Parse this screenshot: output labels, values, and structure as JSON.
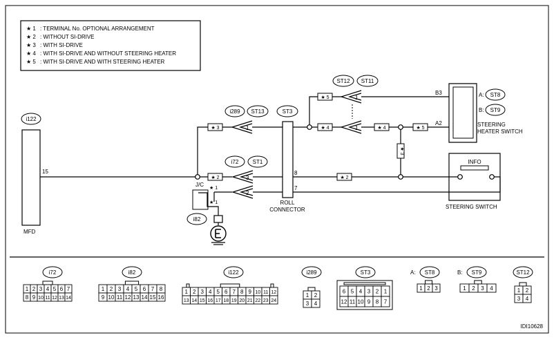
{
  "legend": [
    {
      "mark": "★ 1",
      "text": ": TERMINAL No. OPTIONAL ARRANGEMENT"
    },
    {
      "mark": "★ 2",
      "text": ": WITHOUT SI-DRIVE"
    },
    {
      "mark": "★ 3",
      "text": ": WITH SI-DRIVE"
    },
    {
      "mark": "★ 4",
      "text": ": WITH SI-DRIVE AND WITHOUT STEERING HEATER"
    },
    {
      "mark": "★ 5",
      "text": ": WITH SI-DRIVE AND WITH STEERING HEATER"
    }
  ],
  "connectors": {
    "i122": "i122",
    "i289": "i289",
    "st13": "ST13",
    "st3": "ST3",
    "st12": "ST12",
    "st11": "ST11",
    "st8": "ST8",
    "st9": "ST9",
    "i72": "i72",
    "st1": "ST1",
    "i82": "i82"
  },
  "labels": {
    "mfd": "MFD",
    "jc": "J/C",
    "roll_connector": [
      "ROLL",
      "CONNECTOR"
    ],
    "heater_switch": [
      "STEERING",
      "HEATER SWITCH"
    ],
    "steering_switch": "STEERING SWITCH",
    "info": "INFO",
    "a_prefix": "A:",
    "b_prefix": "B:",
    "image_id": "IDI10628"
  },
  "star_tags": {
    "s3_top": "★ 3",
    "s5_a": "★ 5",
    "s4_a": "★ 4",
    "s4_b": "★ 4",
    "s5_b": "★ 5",
    "s3_vert": "★ 3",
    "s2_a": "★ 2",
    "s2_b": "★ 2",
    "s1_a": "★ 1",
    "s1_b": "★ 1"
  },
  "pins": {
    "mfd": "15",
    "i289": "1",
    "st12": "1",
    "st11": "1",
    "i72": "3",
    "st1": "2",
    "roll_8": "8",
    "roll_7": "7",
    "b3": "B3",
    "a2": "A2"
  },
  "bottom_connectors": {
    "i72": {
      "name": "i72",
      "rows": [
        [
          "1",
          "2",
          "3",
          "4",
          "5",
          "6",
          "7"
        ],
        [
          "8",
          "9",
          "10",
          "11",
          "12",
          "13",
          "14"
        ]
      ]
    },
    "i82": {
      "name": "i82",
      "rows": [
        [
          "1",
          "2",
          "3",
          "4",
          "5",
          "6",
          "7",
          "8"
        ],
        [
          "9",
          "10",
          "11",
          "12",
          "13",
          "14",
          "15",
          "16"
        ]
      ]
    },
    "i122": {
      "name": "i122",
      "rows": [
        [
          "1",
          "2",
          "3",
          "4",
          "5",
          "6",
          "7",
          "8",
          "9",
          "10",
          "11",
          "12"
        ],
        [
          "13",
          "14",
          "15",
          "16",
          "17",
          "18",
          "19",
          "20",
          "21",
          "22",
          "23",
          "24"
        ]
      ]
    },
    "i289": {
      "name": "i289",
      "rows": [
        [
          "1",
          "2"
        ],
        [
          "3",
          "4"
        ]
      ]
    },
    "st3": {
      "name": "ST3",
      "rows": [
        [
          "6",
          "5",
          "4",
          "3",
          "2",
          "1"
        ],
        [
          "12",
          "11",
          "10",
          "9",
          "8",
          "7"
        ]
      ]
    },
    "st8": {
      "prefix": "A:",
      "name": "ST8",
      "rows": [
        [
          "1",
          "2",
          "3"
        ]
      ]
    },
    "st9": {
      "prefix": "B:",
      "name": "ST9",
      "rows": [
        [
          "1",
          "2",
          "3",
          "4"
        ]
      ]
    },
    "st12": {
      "name": "ST12",
      "rows": [
        [
          "1",
          "2"
        ],
        [
          "3",
          "4"
        ]
      ]
    }
  }
}
